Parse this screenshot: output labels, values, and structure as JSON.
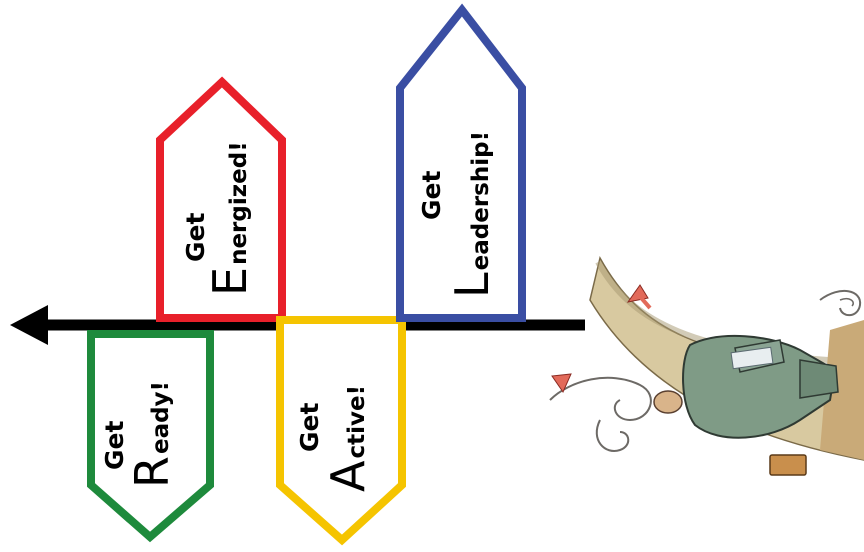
{
  "arrows": [
    {
      "id": "ready",
      "prefix": "Get",
      "initial": "R",
      "rest": "eady!",
      "color": "#1e8a3c",
      "direction": "down"
    },
    {
      "id": "energized",
      "prefix": "Get",
      "initial": "E",
      "rest": "nergized!",
      "color": "#e8202a",
      "direction": "up"
    },
    {
      "id": "active",
      "prefix": "Get",
      "initial": "A",
      "rest": "ctive!",
      "color": "#f5c400",
      "direction": "down"
    },
    {
      "id": "leadership",
      "prefix": "Get",
      "initial": "L",
      "rest": "eadership!",
      "color": "#3a4ea3",
      "direction": "up"
    }
  ],
  "timeline": {
    "color": "#000000",
    "direction": "left"
  },
  "illustration": {
    "name": "businessman-walking-clipart"
  }
}
